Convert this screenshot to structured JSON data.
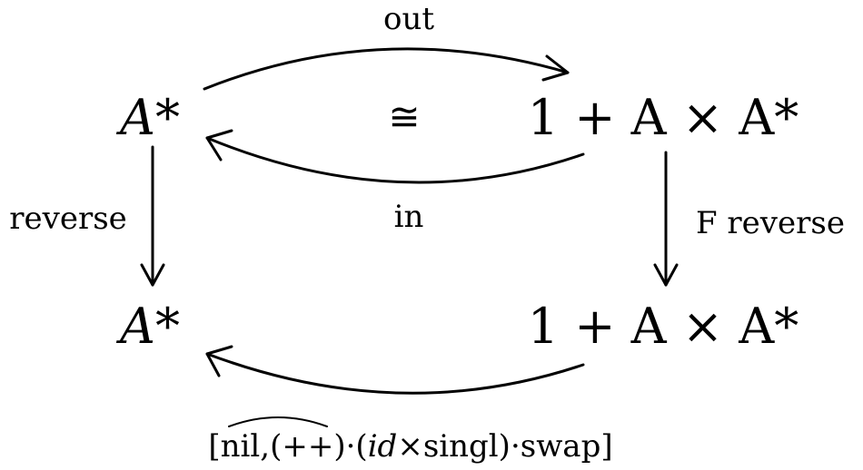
{
  "nodes": {
    "top_left": "A*",
    "top_right": "1 + A × A*",
    "bottom_left": "A*",
    "bottom_right": "1 + A × A*"
  },
  "iso_symbol": "≅",
  "labels": {
    "out": "out",
    "in": "in",
    "reverse": "reverse",
    "f_reverse": "F reverse",
    "gene_open": "[nil,",
    "gene_concat": "(++)",
    "gene_rest_1": "·(",
    "gene_id": "id",
    "gene_rest_2": "×singl)·swap]"
  }
}
